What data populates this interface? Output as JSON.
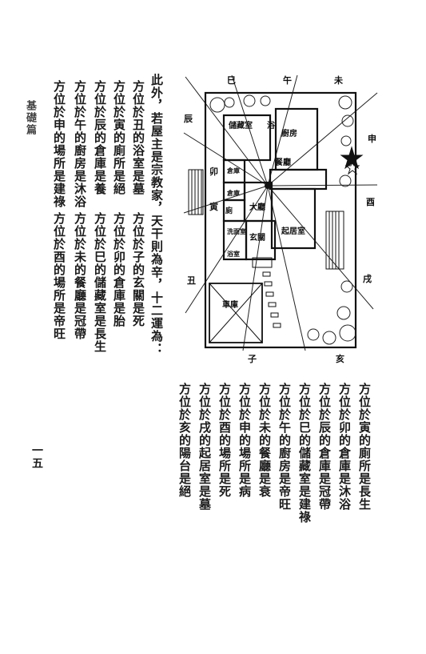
{
  "header": {
    "running_title": "基礎篇"
  },
  "page_number": "一五",
  "upper_text": {
    "columns": [
      "此外，若屋主是宗教家，天干則為辛，十二運為：",
      "方位於丑的浴室是墓",
      "方位於子的玄關是死",
      "方位於寅的廁所是絕",
      "方位於卯的倉庫是胎",
      "方位於辰的倉庫是養",
      "方位於巳的儲藏室是長生",
      "方位於午的廚房是沐浴",
      "方位於未的餐廳是冠帶",
      "方位於申的場所是建祿",
      "方位於酉的場所是帝旺"
    ]
  },
  "lower_text": {
    "columns": [
      "方位於寅的廁所是長生",
      "方位於卯的倉庫是沐浴",
      "方位於辰的倉庫是冠帶",
      "方位於巳的儲藏室是建祿",
      "方位於午的廚房是帝旺",
      "方位於未的餐廳是衰",
      "方位於申的場所是病",
      "方位於酉的場所是死",
      "方位於戌的起居室是墓",
      "方位於亥的陽台是絕"
    ]
  },
  "floor_plan": {
    "directions": {
      "si": "巳",
      "wu": "午",
      "wei": "未",
      "chen": "辰",
      "shen": "申",
      "mao": "卯",
      "you": "酉",
      "yin": "寅",
      "chou": "丑",
      "xu": "戌",
      "zi": "子",
      "hai": "亥"
    },
    "rooms": {
      "storage": "儲藏室",
      "bath_small": "浴",
      "kitchen": "廚房",
      "dining": "餐廳",
      "warehouse_upper": "倉庫",
      "warehouse_lower": "倉庫",
      "hall": "大廳",
      "living": "起居室",
      "toilet": "廁",
      "washroom": "洗面室",
      "bathroom": "浴室",
      "entrance": "玄關",
      "garage": "車庫"
    }
  }
}
